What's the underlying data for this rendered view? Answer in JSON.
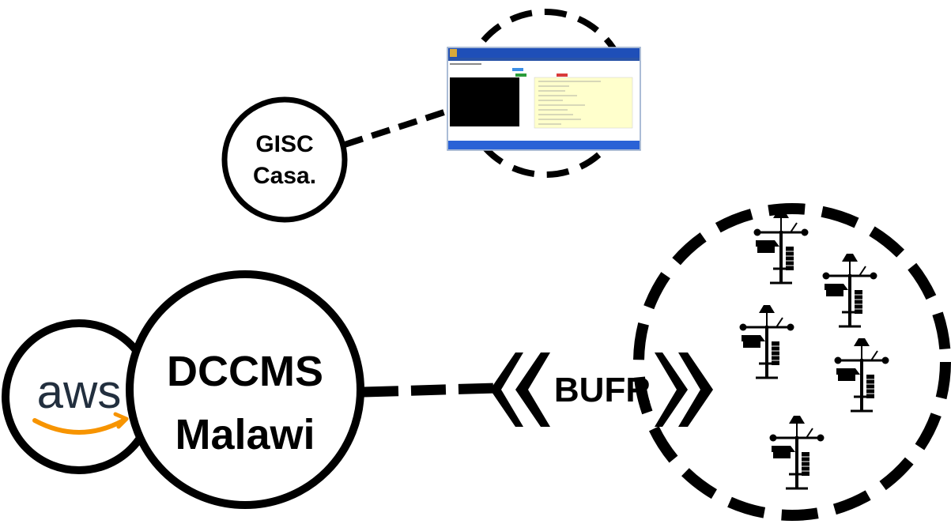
{
  "nodes": {
    "gisc": {
      "line1": "GISC",
      "line2": "Casa."
    },
    "dccms": {
      "line1": "DCCMS",
      "line2": "Malawi"
    },
    "aws_logo": {
      "text": "aws",
      "text_color": "#222f3e",
      "smile_color": "#f79400"
    }
  },
  "link": {
    "label": "BUFR"
  },
  "screenshot_thumbnail": {
    "description_icon": "web-portal-screenshot",
    "header_color": "#1f4fb8",
    "terminal_color": "#000000",
    "panel_color": "#ffffcc",
    "footer_color": "#2a62d6"
  },
  "stations": {
    "count": 5,
    "icon": "weather-station-icon"
  },
  "colors": {
    "stroke": "#000000",
    "background": "#ffffff"
  }
}
